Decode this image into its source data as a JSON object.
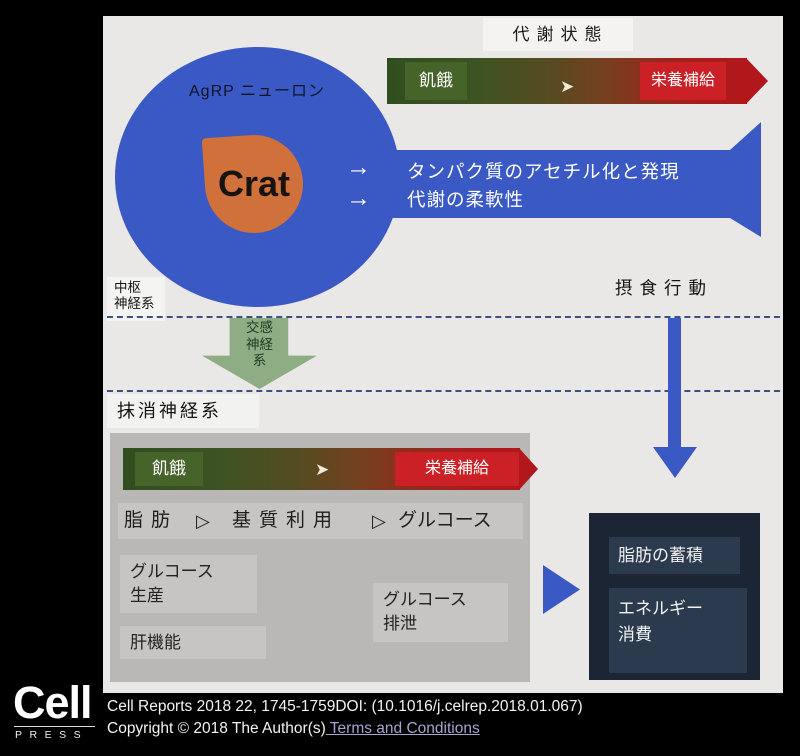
{
  "colors": {
    "blue": "#3b59c4",
    "orange": "#d0703a",
    "panel_bg": "#e9e8e6",
    "gray_box": "#b9b8b6",
    "gray_chip": "#c7c5c3",
    "dark_box": "#1c2533",
    "dark_chip": "#2c3a4d",
    "green_arrow": "#8fad85",
    "hunger_chip": "#466329",
    "refeed_chip": "#cb2026",
    "gradient_start": "#2f4e1e",
    "gradient_end": "#b2171c",
    "dashed_line": "#3a5281"
  },
  "neuron": {
    "label": "AgRP ニューロン",
    "gene": "Crat"
  },
  "metabolic_state": {
    "title": "代謝状態",
    "hunger": "飢餓",
    "refeeding": "栄養補給",
    "chevron": "➤"
  },
  "axon": {
    "arrow_glyph": "→",
    "line1": "タンパク質のアセチル化と発現",
    "line2": "代謝の柔軟性"
  },
  "cns": {
    "line1": "中枢",
    "line2": "神経系"
  },
  "sns": {
    "line1": "交感",
    "line2": "神経",
    "line3": "系"
  },
  "pns": {
    "label": "抹消神経系"
  },
  "feeding": {
    "label": "摂食行動"
  },
  "periphery": {
    "hunger": "飢餓",
    "refeeding": "栄養補給",
    "chevron": "➤",
    "substrate": {
      "fat": "脂肪",
      "tri1": "▷",
      "utilization": "基質利用",
      "tri2": "▷",
      "glucose": "グルコース"
    },
    "glucose_production": {
      "line1": "グルコース",
      "line2": "生産"
    },
    "glucose_excretion": {
      "line1": "グルコース",
      "line2": "排泄"
    },
    "liver": "肝機能"
  },
  "outcomes": {
    "fat_storage": "脂肪の蓄積",
    "energy1": "エネルギー",
    "energy2": "消費"
  },
  "footer": {
    "logo": "Cell",
    "logo_sub": "PRESS",
    "citation": "Cell Reports 2018 22, 1745-1759DOI: (10.1016/j.celrep.2018.01.067)",
    "copyright": "Copyright © 2018 The Author(s)",
    "terms_link": " Terms and Conditions"
  }
}
